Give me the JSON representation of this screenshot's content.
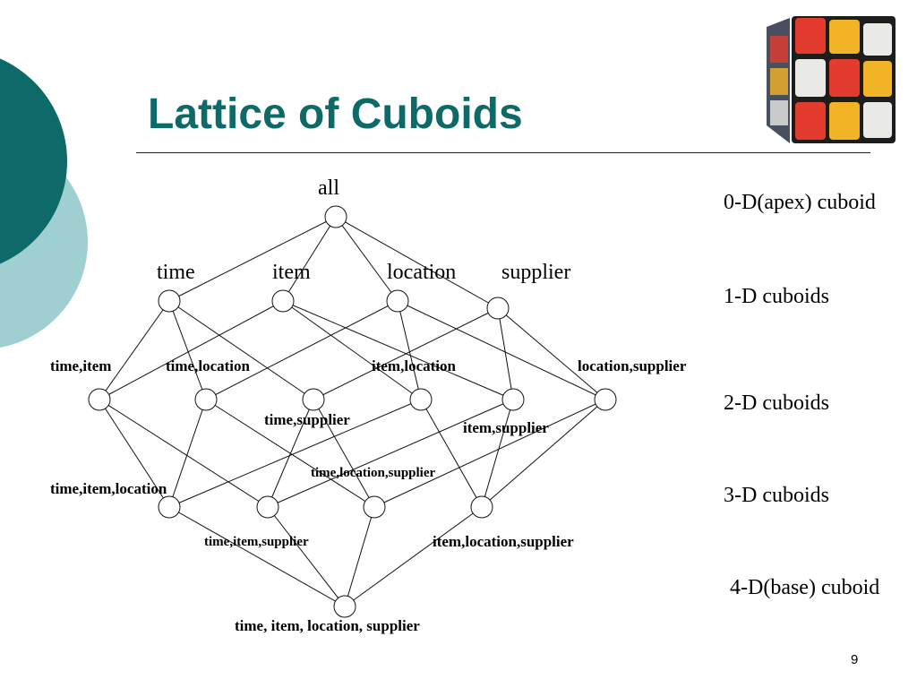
{
  "slide": {
    "title": "Lattice of Cuboids",
    "page_number": "9",
    "accent_color": "#0e6a68",
    "accent_light_color": "#9fcfd0"
  },
  "lattice": {
    "nodes": {
      "all": "all",
      "time": "time",
      "item": "item",
      "location": "location",
      "supplier": "supplier",
      "time_item": "time,item",
      "time_location": "time,location",
      "time_supplier": "time,supplier",
      "item_location": "item,location",
      "item_supplier": "item,supplier",
      "location_supplier": "location,supplier",
      "time_item_location": "time,item,location",
      "time_item_supplier": "time,item,supplier",
      "time_location_supplier": "time,location,supplier",
      "item_location_supplier": "item,location,supplier",
      "time_item_location_supplier": "time, item, location, supplier"
    },
    "edges": [
      [
        "all",
        "time"
      ],
      [
        "all",
        "item"
      ],
      [
        "all",
        "location"
      ],
      [
        "all",
        "supplier"
      ],
      [
        "time",
        "time_item"
      ],
      [
        "time",
        "time_location"
      ],
      [
        "time",
        "time_supplier"
      ],
      [
        "item",
        "time_item"
      ],
      [
        "item",
        "item_location"
      ],
      [
        "item",
        "item_supplier"
      ],
      [
        "location",
        "time_location"
      ],
      [
        "location",
        "item_location"
      ],
      [
        "location",
        "location_supplier"
      ],
      [
        "supplier",
        "time_supplier"
      ],
      [
        "supplier",
        "item_supplier"
      ],
      [
        "supplier",
        "location_supplier"
      ],
      [
        "time_item",
        "time_item_location"
      ],
      [
        "time_item",
        "time_item_supplier"
      ],
      [
        "time_location",
        "time_item_location"
      ],
      [
        "time_location",
        "time_location_supplier"
      ],
      [
        "time_supplier",
        "time_item_supplier"
      ],
      [
        "time_supplier",
        "time_location_supplier"
      ],
      [
        "item_location",
        "time_item_location"
      ],
      [
        "item_location",
        "item_location_supplier"
      ],
      [
        "item_supplier",
        "time_item_supplier"
      ],
      [
        "item_supplier",
        "item_location_supplier"
      ],
      [
        "location_supplier",
        "time_location_supplier"
      ],
      [
        "location_supplier",
        "item_location_supplier"
      ],
      [
        "time_item_location",
        "time_item_location_supplier"
      ],
      [
        "time_item_supplier",
        "time_item_location_supplier"
      ],
      [
        "time_location_supplier",
        "time_item_location_supplier"
      ],
      [
        "item_location_supplier",
        "time_item_location_supplier"
      ]
    ]
  },
  "levels": {
    "apex": "0-D(apex) cuboid",
    "one_d": "1-D cuboids",
    "two_d": "2-D cuboids",
    "three_d": "3-D cuboids",
    "base": "4-D(base) cuboid"
  }
}
